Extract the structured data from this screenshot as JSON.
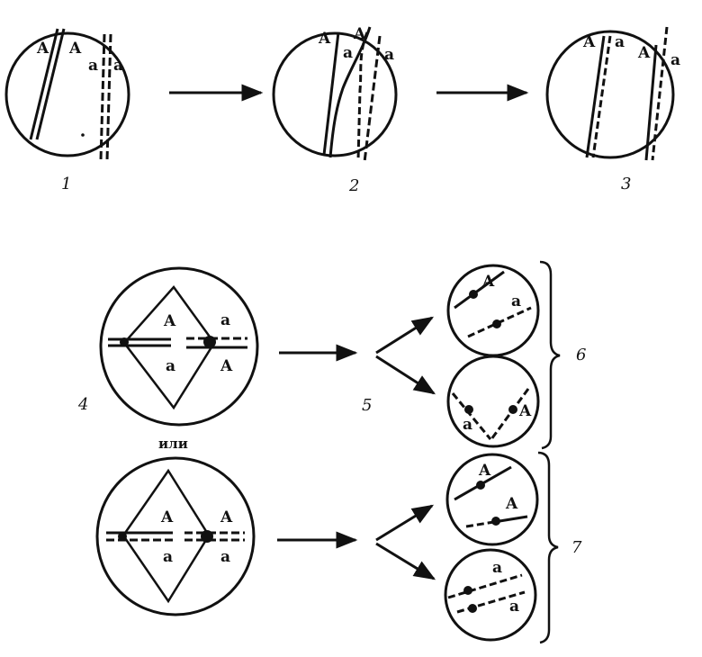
{
  "stage_labels": {
    "s1": "1",
    "s2": "2",
    "s3": "3",
    "s4": "4",
    "s5": "5",
    "s6": "6",
    "s7": "7"
  },
  "or_text": "или",
  "alleles": {
    "dominant": "A",
    "recessive": "a"
  }
}
